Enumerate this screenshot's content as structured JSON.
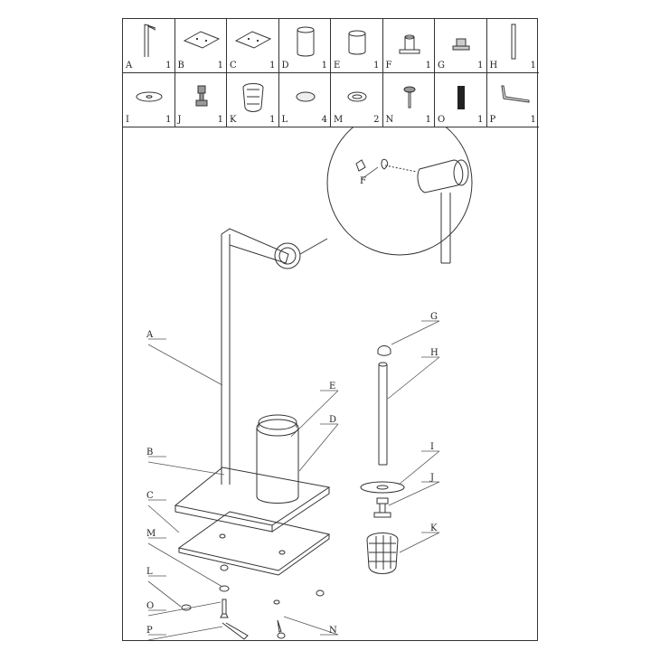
{
  "parts": [
    {
      "letter": "A",
      "qty": "1",
      "icon": "long-bent-tube-icon"
    },
    {
      "letter": "B",
      "qty": "1",
      "icon": "plate-icon"
    },
    {
      "letter": "C",
      "qty": "1",
      "icon": "plate-icon"
    },
    {
      "letter": "D",
      "qty": "1",
      "icon": "cylinder-cup-icon"
    },
    {
      "letter": "E",
      "qty": "1",
      "icon": "cup-insert-icon"
    },
    {
      "letter": "F",
      "qty": "1",
      "icon": "end-cap-icon"
    },
    {
      "letter": "G",
      "qty": "1",
      "icon": "knob-cap-icon"
    },
    {
      "letter": "H",
      "qty": "1",
      "icon": "rod-icon"
    },
    {
      "letter": "I",
      "qty": "1",
      "icon": "washer-disc-icon"
    },
    {
      "letter": "J",
      "qty": "1",
      "icon": "threaded-connector-icon"
    },
    {
      "letter": "K",
      "qty": "1",
      "icon": "brush-head-icon"
    },
    {
      "letter": "L",
      "qty": "4",
      "icon": "foot-pad-icon"
    },
    {
      "letter": "M",
      "qty": "2",
      "icon": "ring-washer-icon"
    },
    {
      "letter": "N",
      "qty": "1",
      "icon": "screw-icon"
    },
    {
      "letter": "O",
      "qty": "1",
      "icon": "bolt-icon"
    },
    {
      "letter": "P",
      "qty": "1",
      "icon": "allen-key-icon"
    }
  ],
  "callouts": {
    "A": "A",
    "B": "B",
    "C": "C",
    "D": "D",
    "E": "E",
    "F": "F",
    "G": "G",
    "H": "H",
    "I": "I",
    "J": "J",
    "K": "K",
    "L": "L",
    "M": "M",
    "N": "N",
    "O": "O",
    "P": "P"
  }
}
